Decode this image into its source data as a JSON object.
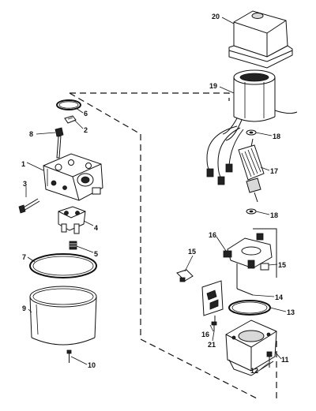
{
  "callouts": {
    "c1": "1",
    "c2": "2",
    "c3": "3",
    "c4": "4",
    "c5": "5",
    "c6": "6",
    "c7": "7",
    "c8": "8",
    "c9": "9",
    "c10": "10",
    "c11": "11",
    "c12": "12",
    "c13": "13",
    "c14": "14",
    "c15a": "15",
    "c15b": "15",
    "c16a": "16",
    "c16b": "16",
    "c17": "17",
    "c18a": "18",
    "c18b": "18",
    "c19": "19",
    "c20": "20",
    "c21": "21"
  }
}
